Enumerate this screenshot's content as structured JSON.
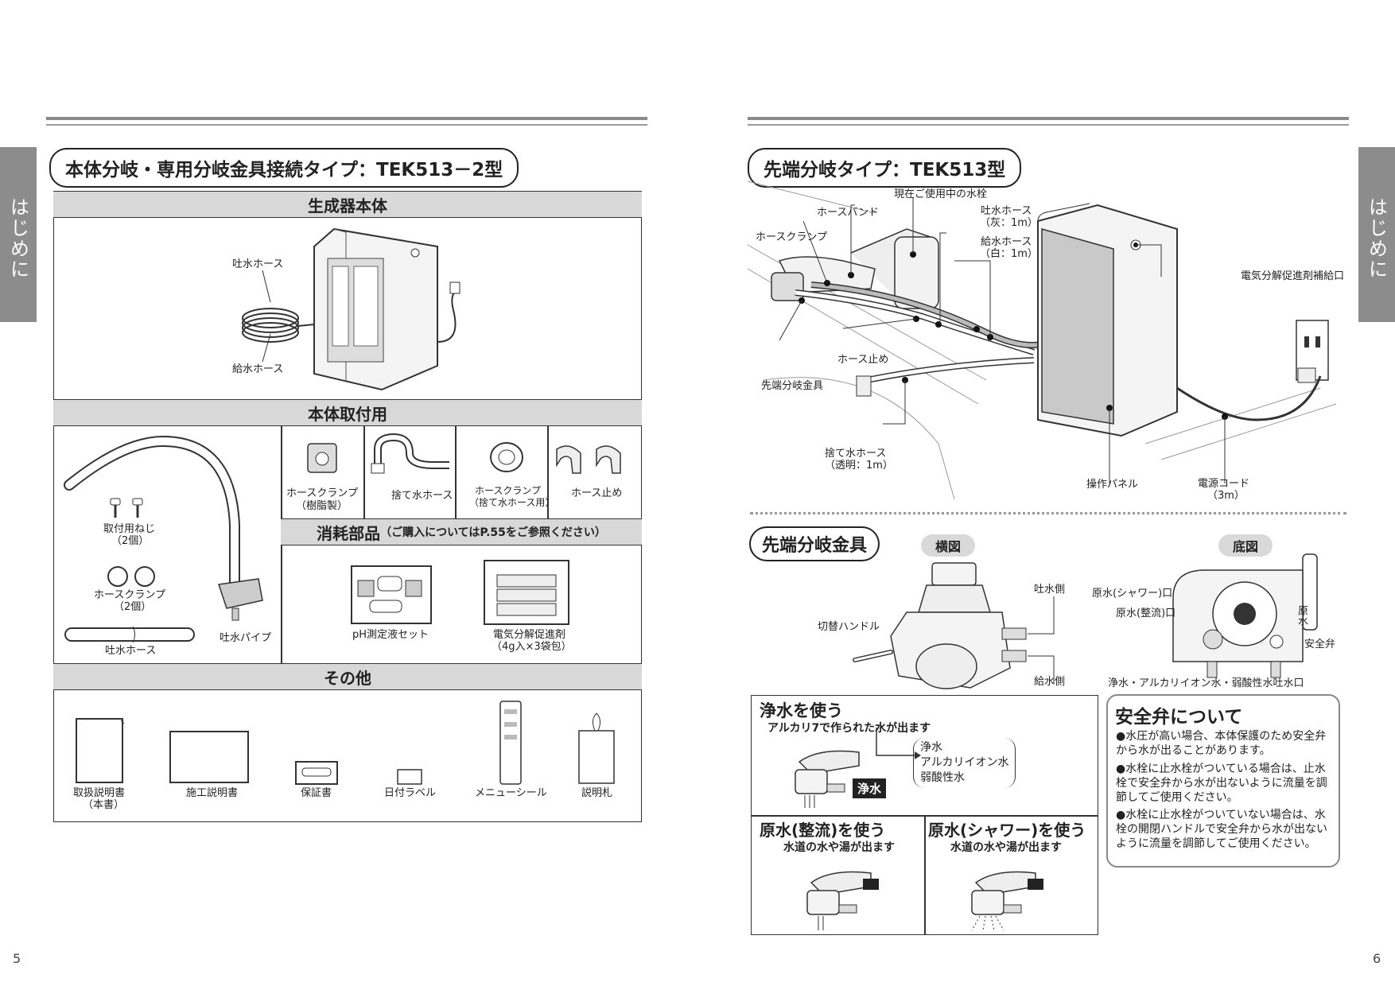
{
  "left_page": {
    "side_tab": "はじめに",
    "title": "本体分岐・専用分岐金具接続タイプ：TEK513－2型",
    "sections": {
      "main_unit": {
        "header": "生成器本体",
        "labels": {
          "outlet_hose": "吐水ホース",
          "supply_hose": "給水ホース"
        }
      },
      "mounting": {
        "header": "本体取付用",
        "labels": {
          "screws": "取付用ねじ",
          "screws_qty": "（2個）",
          "hose_clamp": "ホースクランプ",
          "hose_clamp_qty": "（2個）",
          "outlet_hose": "吐水ホース",
          "outlet_pipe": "吐水パイプ",
          "hose_clamp_resin": "ホースクランプ",
          "hose_clamp_resin_note": "（樹脂製）",
          "waste_hose": "捨て水ホース",
          "hose_clamp_waste": "ホースクランプ",
          "hose_clamp_waste_note": "（捨て水ホース用）",
          "hose_stopper": "ホース止め"
        }
      },
      "consumables": {
        "header": "消耗部品",
        "header_note": "（ご購入についてはP.55をご参照ください）",
        "labels": {
          "ph_set": "pH測定液セット",
          "electrolysis_agent": "電気分解促進剤",
          "electrolysis_agent_qty": "（4g入×3袋包）"
        }
      },
      "others": {
        "header": "その他",
        "items": [
          "取扱説明書",
          "施工説明書",
          "保証書",
          "日付ラベル",
          "メニューシール",
          "説明札"
        ],
        "manual_note": "（本書）"
      }
    },
    "page_number": "5"
  },
  "right_page": {
    "side_tab": "はじめに",
    "title": "先端分岐タイプ：TEK513型",
    "diagram_labels": {
      "faucet": "現在ご使用中の水栓",
      "hose_band": "ホースバンド",
      "hose_clamp": "ホースクランプ",
      "outlet_hose": "吐水ホース",
      "outlet_hose_note": "（灰：1m）",
      "supply_hose": "給水ホース",
      "supply_hose_note": "（白：1m）",
      "refill_port": "電気分解促進剤補給口",
      "hose_stop": "ホース止め",
      "tip_fitting": "先端分岐金具",
      "waste_hose": "捨て水ホース",
      "waste_hose_note": "（透明：1m）",
      "control_panel": "操作パネル",
      "power_cord": "電源コード",
      "power_cord_note": "（3m）"
    },
    "fitting": {
      "title": "先端分岐金具",
      "side_view": "横図",
      "bottom_view": "底図",
      "outlet_side": "吐水側",
      "supply_side": "給水側",
      "switch_handle": "切替ハンドル",
      "raw_shower": "原水(シャワー)口",
      "raw_straight": "原水(整流)口",
      "raw_mark": "原水",
      "safety_valve": "安全弁",
      "bottom_outlet": "浄水・アルカリイオン水・弱酸性水吐水口"
    },
    "usage": {
      "pure": {
        "title": "浄水を使う",
        "desc": "アルカリ7で作られた水が出ます",
        "list": [
          "浄水",
          "アルカリイオン水",
          "弱酸性水"
        ],
        "badge": "浄水"
      },
      "straight": {
        "title": "原水(整流)を使う",
        "desc": "水道の水や湯が出ます"
      },
      "shower": {
        "title": "原水(シャワー)を使う",
        "desc": "水道の水や湯が出ます"
      }
    },
    "safety": {
      "title": "安全弁について",
      "bullets": [
        "●水圧が高い場合、本体保護のため安全弁から水が出ることがあります。",
        "●水栓に止水栓がついている場合は、止水栓で安全弁から水が出ないように流量を調節してご使用ください。",
        "●水栓に止水栓がついていない場合は、水栓の開閉ハンドルで安全弁から水が出ないように流量を調節してご使用ください。"
      ]
    },
    "page_number": "6"
  }
}
